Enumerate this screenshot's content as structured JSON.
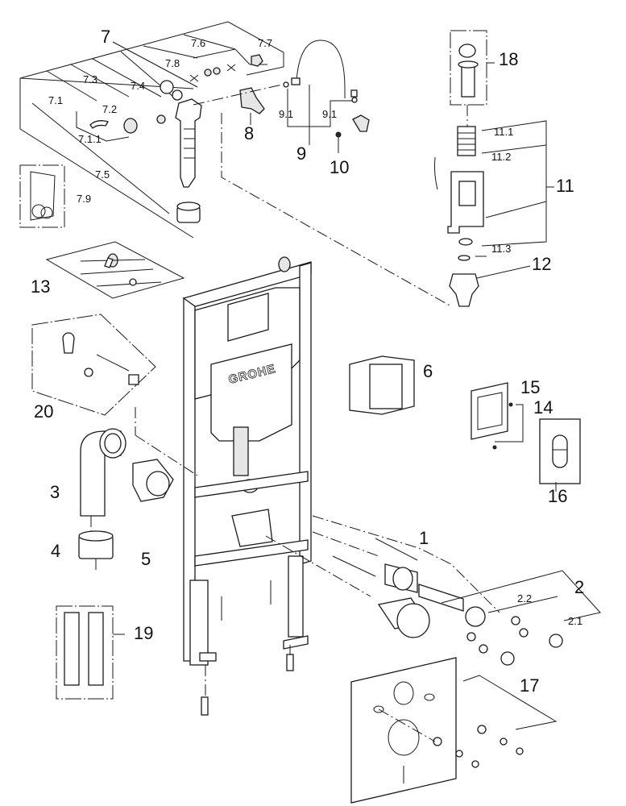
{
  "diagram": {
    "title": "Exploded parts diagram – wall-hung WC installation frame",
    "brand": "GROHE",
    "labels": {
      "p1": "1",
      "p2": "2",
      "p2_1": "2.1",
      "p2_2": "2.2",
      "p3": "3",
      "p4": "4",
      "p5": "5",
      "p6": "6",
      "p7": "7",
      "p7_1": "7.1",
      "p7_1_1": "7.1.1",
      "p7_2": "7.2",
      "p7_3": "7.3",
      "p7_4": "7.4",
      "p7_5": "7.5",
      "p7_6": "7.6",
      "p7_7": "7.7",
      "p7_8": "7.8",
      "p7_9": "7.9",
      "p8": "8",
      "p9": "9",
      "p9_1a": "9.1",
      "p9_1b": "9.1",
      "p10": "10",
      "p11": "11",
      "p11_1": "11.1",
      "p11_2": "11.2",
      "p11_3": "11.3",
      "p12": "12",
      "p13": "13",
      "p14": "14",
      "p15": "15",
      "p16": "16",
      "p17": "17",
      "p18": "18",
      "p19": "19",
      "p20": "20"
    }
  }
}
